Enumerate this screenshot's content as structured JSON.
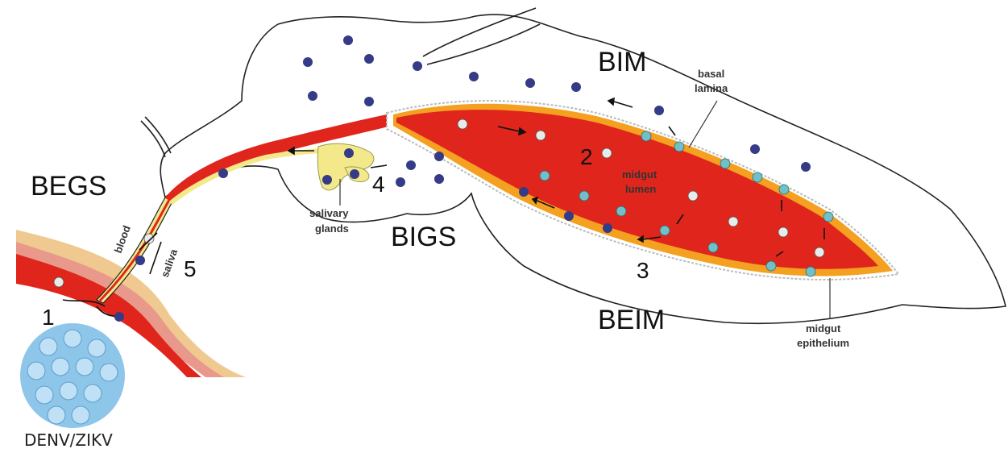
{
  "labels": {
    "begs": "BEGS",
    "bim": "BIM",
    "bigs": "BIGS",
    "beim": "BEIM",
    "virus": "DENV/ZIKV",
    "blood": "blood",
    "saliva": "saliva",
    "salivary_1": "salivary",
    "salivary_2": "glands",
    "basal_1": "basal",
    "basal_2": "lamina",
    "lumen_1": "midgut",
    "lumen_2": "lumen",
    "epi_1": "midgut",
    "epi_2": "epithelium"
  },
  "steps": [
    "1",
    "2",
    "3",
    "4",
    "5"
  ],
  "colors": {
    "midgut_red": "#e0261c",
    "epithelium_orange": "#f4a021",
    "virion_navy": "#353b86",
    "virion_teal": "#6fc0c8",
    "virion_white": "#e8ece9",
    "saliva_yellow": "#f3e98a",
    "skin_tan": "#efc98f",
    "skin_pink": "#e8998c",
    "virus_blue": "#8ec6ea"
  }
}
